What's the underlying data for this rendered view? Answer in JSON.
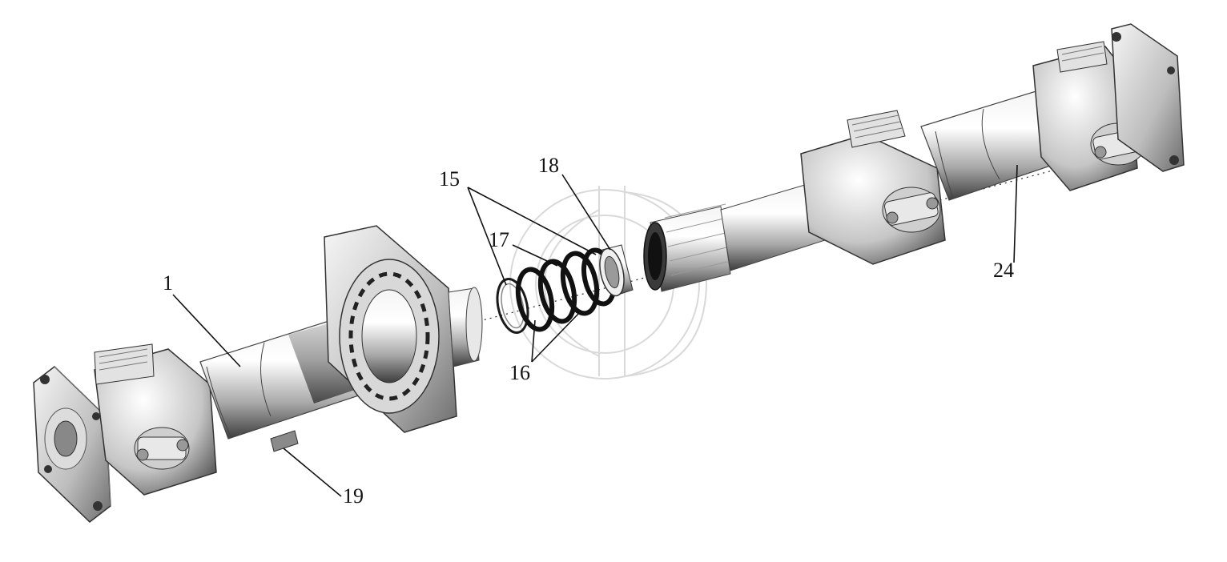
{
  "callouts": [
    {
      "id": "1",
      "label": "1"
    },
    {
      "id": "15",
      "label": "15"
    },
    {
      "id": "16",
      "label": "16"
    },
    {
      "id": "17",
      "label": "17"
    },
    {
      "id": "18",
      "label": "18"
    },
    {
      "id": "19",
      "label": "19"
    },
    {
      "id": "24",
      "label": "24"
    }
  ],
  "colors": {
    "metal_light": "#eeeeee",
    "metal_mid": "#bdbdbd",
    "metal_dark": "#5a5a5a",
    "ring_dark": "#1a1a1a",
    "watermark": "#d9d9d9",
    "ink": "#111111"
  }
}
